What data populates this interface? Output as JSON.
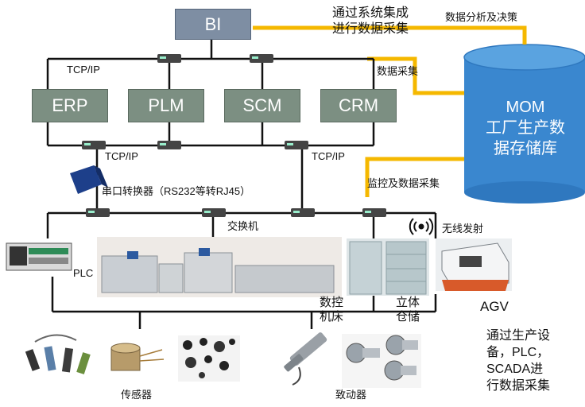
{
  "boxes": {
    "bi": "BI",
    "erp": "ERP",
    "plm": "PLM",
    "scm": "SCM",
    "crm": "CRM"
  },
  "database": {
    "label_line1": "MOM",
    "label_line2": "工厂生产数",
    "label_line3": "据存储库"
  },
  "annotations": {
    "bi_collect_line1": "通过系统集成",
    "bi_collect_line2": "进行数据采集",
    "analysis": "数据分析及决策",
    "collect": "数据采集",
    "monitor": "监控及数据采集",
    "tcp_top": "TCP/IP",
    "tcp_mid_left": "TCP/IP",
    "tcp_mid_right": "TCP/IP",
    "serial_converter": "串口转换器（RS232等转RJ45）",
    "switch": "交换机",
    "wireless": "无线发射",
    "plc": "PLC",
    "cnc_line1": "数控",
    "cnc_line2": "机床",
    "storage_line1": "立体",
    "storage_line2": "仓储",
    "agv": "AGV",
    "sensor": "传感器",
    "actuator": "致动器",
    "device_collect_line1": "通过生产设",
    "device_collect_line2": "备，PLC，",
    "device_collect_line3": "SCADA进",
    "device_collect_line4": "行数据采集"
  },
  "colors": {
    "data_link": "#f5b800",
    "network": "#111111",
    "system_box": "#7c8f82",
    "bi_box": "#7e8ea3",
    "database": "#3a87cf"
  }
}
